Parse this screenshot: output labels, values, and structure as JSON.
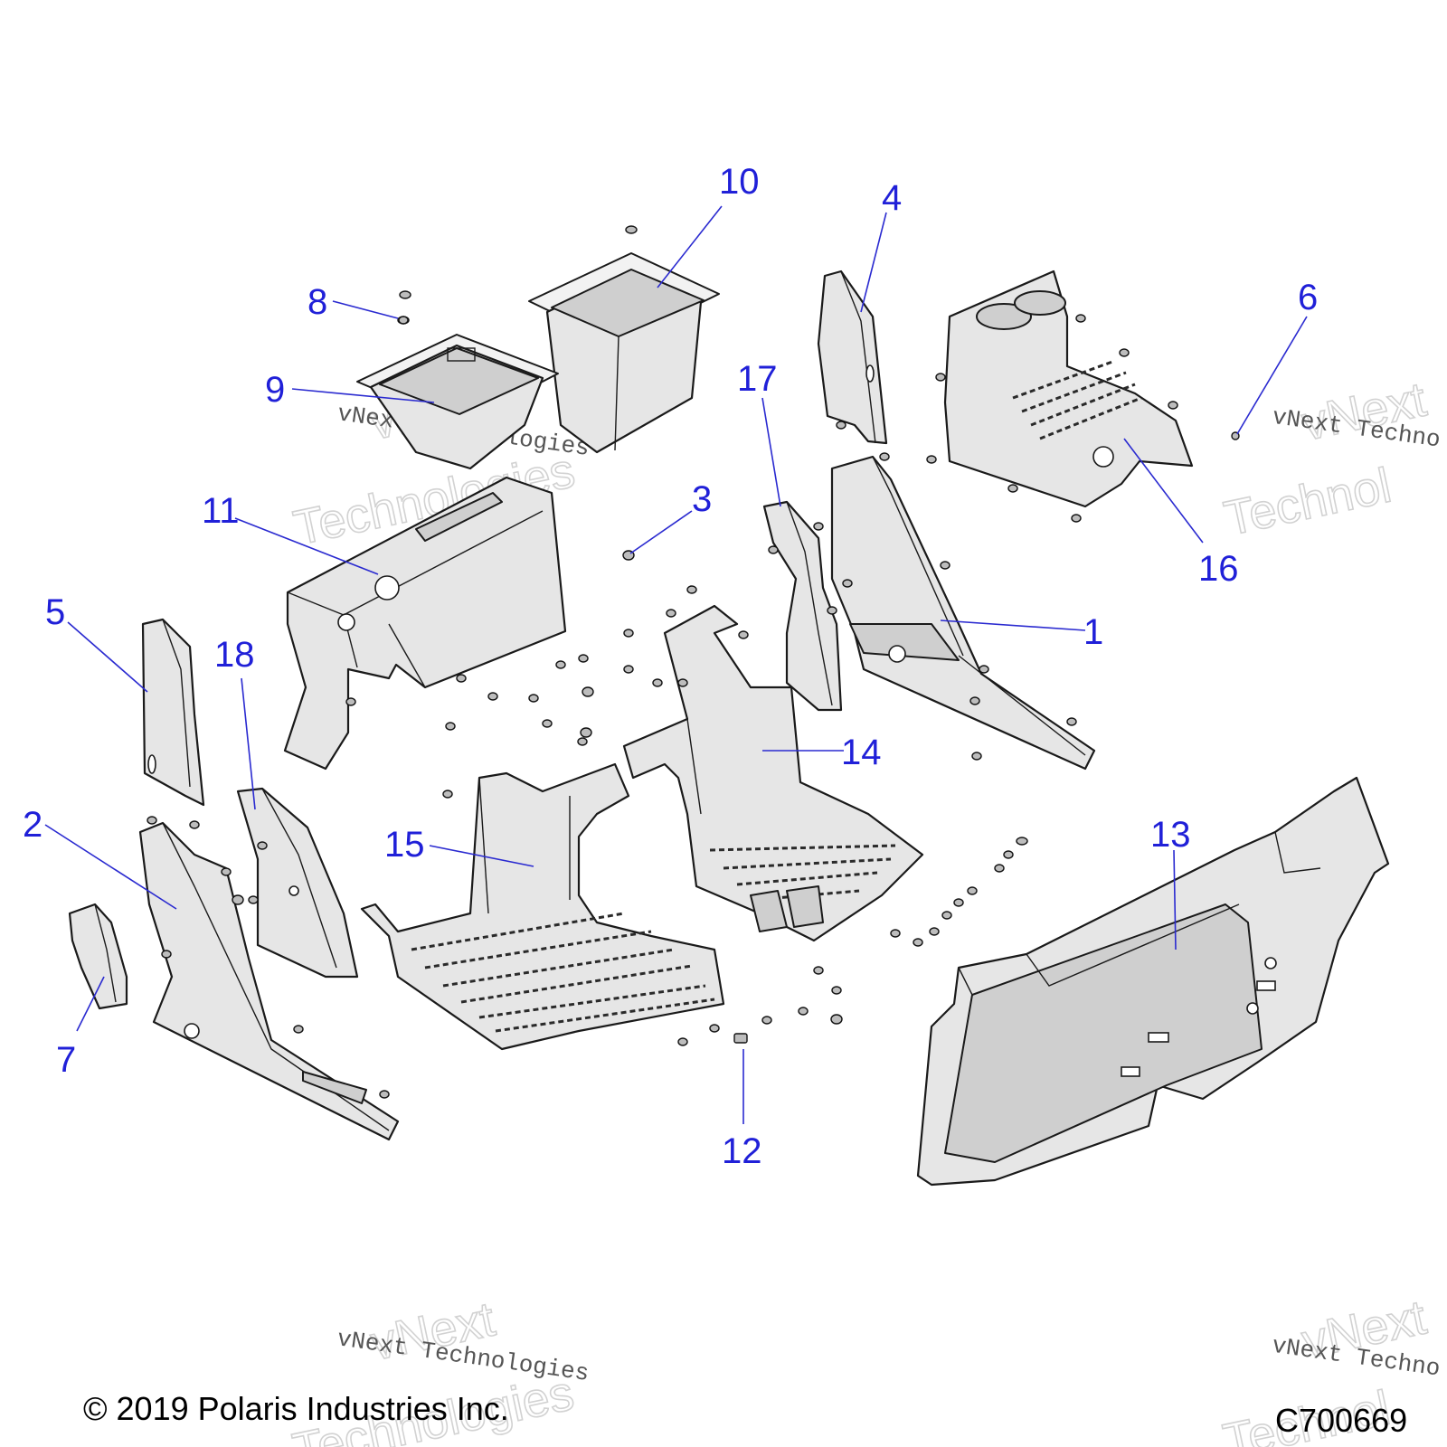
{
  "callouts": [
    {
      "label": "1"
    },
    {
      "label": "2"
    },
    {
      "label": "3"
    },
    {
      "label": "4"
    },
    {
      "label": "5"
    },
    {
      "label": "6"
    },
    {
      "label": "7"
    },
    {
      "label": "8"
    },
    {
      "label": "9"
    },
    {
      "label": "10"
    },
    {
      "label": "11"
    },
    {
      "label": "12"
    },
    {
      "label": "13"
    },
    {
      "label": "14"
    },
    {
      "label": "15"
    },
    {
      "label": "16"
    },
    {
      "label": "17"
    },
    {
      "label": "18"
    }
  ],
  "watermark": {
    "name": "vNext",
    "word": "Technologies",
    "full": "vNext Technologies",
    "cut_full": "vNext Techno",
    "cut_word": "Technol"
  },
  "footer": {
    "copyright": "© 2019 Polaris Industries Inc.",
    "diagram_code": "C700669"
  },
  "colors": {
    "callout": "#2020d8",
    "part_fill": "#e6e6e6",
    "outline": "#1a1a1a"
  }
}
